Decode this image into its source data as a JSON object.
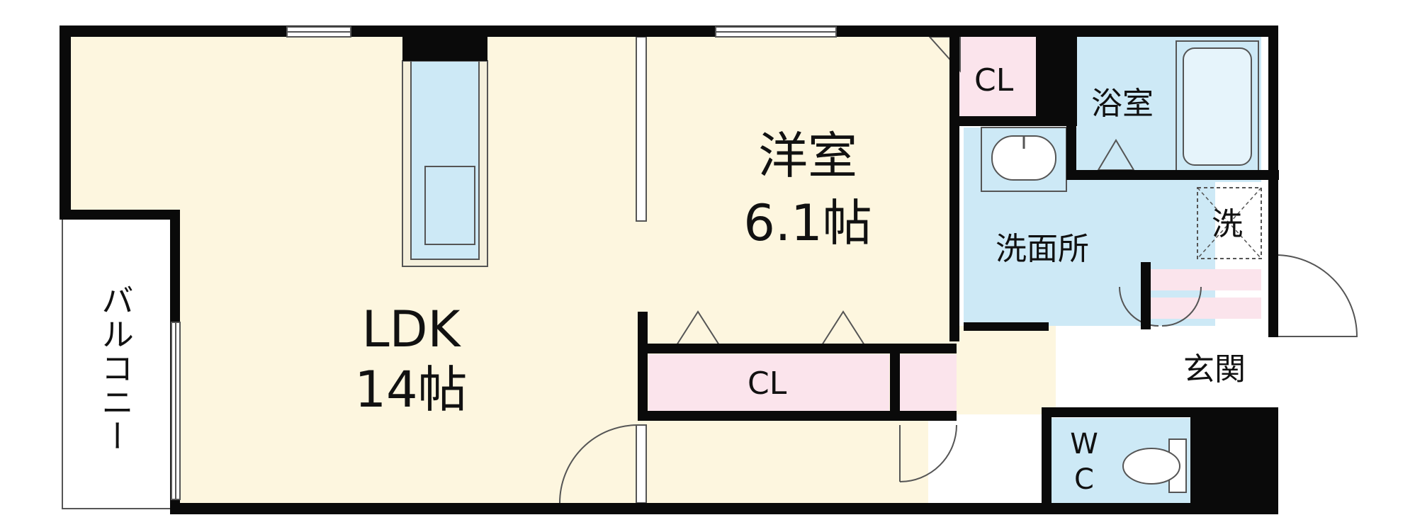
{
  "colors": {
    "wall": "#0a0a0a",
    "floor_cream": "#fdf6df",
    "fixture_blue": "#cde9f6",
    "closet_pink": "#fbe4ec",
    "line": "#333333",
    "background": "#ffffff"
  },
  "rooms": {
    "ldk_name": "LDK",
    "ldk_size": "14帖",
    "western_name": "洋室",
    "western_size": "6.1帖",
    "closet_top": "CL",
    "closet_bottom": "CL",
    "bath": "浴室",
    "washroom": "洗面所",
    "laundry": "洗",
    "entrance": "玄関",
    "toilet_w": "W",
    "toilet_c": "C",
    "balcony": "バルコニー"
  },
  "icons": [
    "kitchen-counter-icon",
    "sink-icon",
    "bathtub-icon",
    "toilet-icon",
    "washer-space-icon",
    "door-swing-icon",
    "window-icon"
  ]
}
